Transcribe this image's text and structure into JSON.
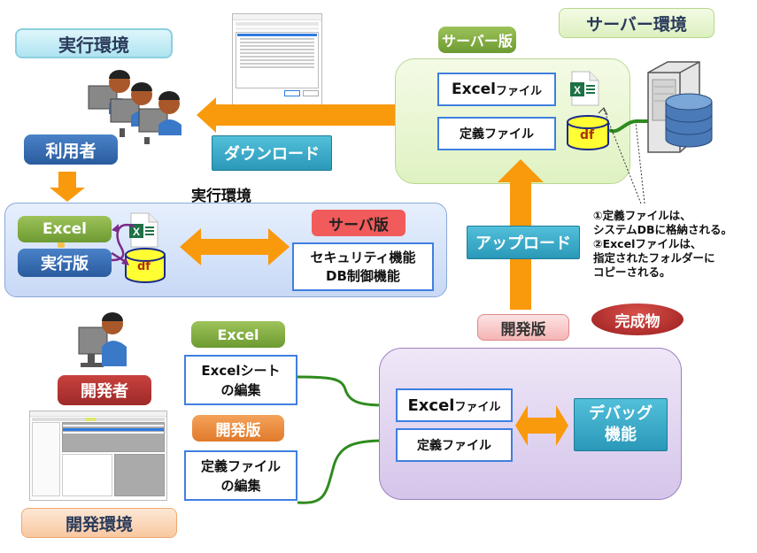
{
  "top_left": {
    "env_label": "実行環境",
    "user_label": "利用者",
    "download_label": "ダウンロード"
  },
  "runtime_env": {
    "title": "実行環境",
    "excel_label": "Excel",
    "runtime_label": "実行版",
    "df_label": "df",
    "server_tag": "サーバ版",
    "features": [
      "セキュリティ機能",
      "DB制御機能"
    ]
  },
  "server_section": {
    "server_edition_label": "サーバー版",
    "server_env_label": "サーバー環境",
    "excel_file_label_bold": "Excel",
    "excel_file_label_rest": "ファイル",
    "def_file_label": "定義ファイル",
    "df_label": "df",
    "upload_label": "アップロード"
  },
  "notes": {
    "lines": [
      "①定義ファイルは、",
      "システムDBに格納される。",
      "②Excelファイルは、",
      "指定されたフォルダーに",
      "コピーされる。"
    ]
  },
  "dev_section": {
    "developer_label": "開発者",
    "dev_env_label": "開発環境",
    "excel_tag": "Excel",
    "excel_edit": [
      "Excelシート",
      "の編集"
    ],
    "dev_tag": "開発版",
    "def_edit": [
      "定義ファイル",
      "の編集"
    ],
    "dev_edition_label": "開発版",
    "product_label": "完成物",
    "excel_file_label_bold": "Excel",
    "excel_file_label_rest": "ファイル",
    "def_file_label": "定義ファイル",
    "debug_label": [
      "デバッグ",
      "機能"
    ]
  },
  "colors": {
    "arrow_orange": "#f9990c",
    "green_arrow": "#2e8b1e",
    "purple_arrow": "#7a2a8a",
    "server_panel": "#eaf7d4",
    "runtime_panel": "#d6e4fa",
    "dev_panel": "#ddd0ee"
  }
}
